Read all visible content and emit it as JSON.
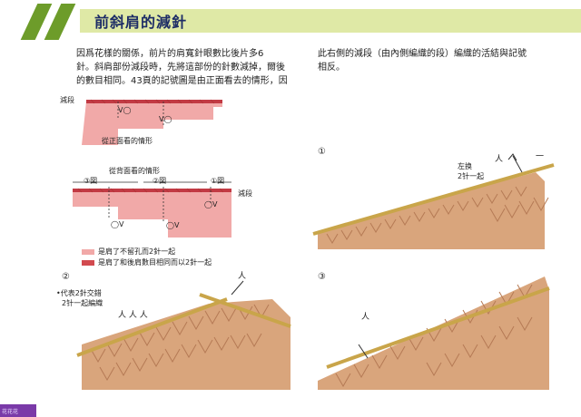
{
  "header": {
    "title": "前斜肩的減針",
    "corner_label": ""
  },
  "intro": {
    "line1": "因爲花樣的關係，前片的肩寬針眼數比後片多6",
    "line2": "針。斜肩部份減段時，先將這部份的針數減掉，爾後",
    "line3": "的數目相同。43頁的記號圖是由正面看去的情形，因"
  },
  "right_text": {
    "line1": "此右側的減段（由內側編織的段）編織的活結與記號",
    "line2": "相反。"
  },
  "diagram": {
    "label_decrease_top": "減段",
    "label_front_view": "從正面看的情形",
    "label_back_view": "從背面看的情形",
    "label_decrease_bottom": "減段",
    "figure_refs": [
      "③図",
      "②図",
      "①図"
    ],
    "legend": [
      {
        "text": "是肩了不留孔而2針一起",
        "color": "#f1a9a8"
      },
      {
        "text": "是肩了和後肩數目相同而以2針一起",
        "color": "#d24a4f"
      }
    ]
  },
  "step1": {
    "number": "①",
    "note_line1": "左换",
    "note_line2": "2针一起"
  },
  "step2": {
    "number": "②",
    "note_line1": "•代表2針交錯",
    "note_line2": "2针一起編織"
  },
  "step3": {
    "number": "③"
  },
  "watermark": "　　　　",
  "corner_tab": "花花花"
}
